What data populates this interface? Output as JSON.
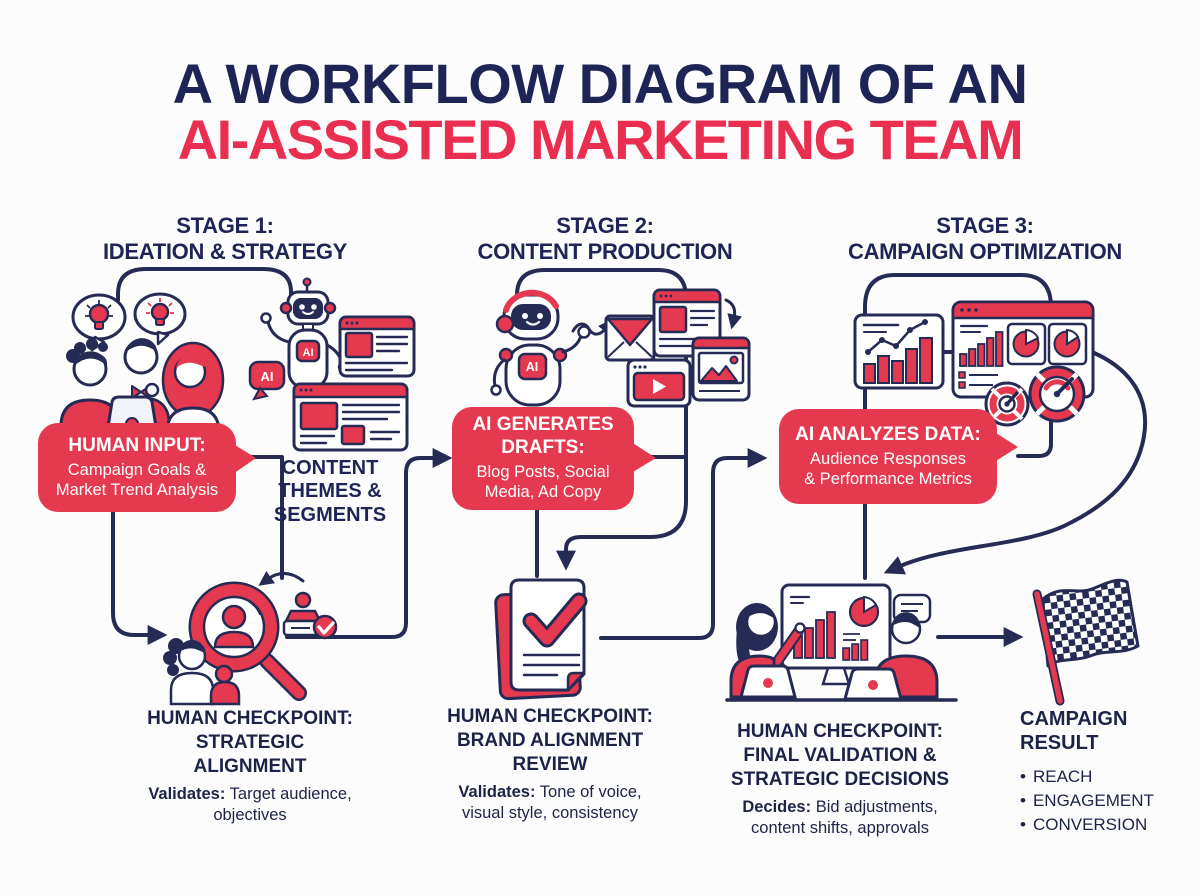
{
  "title": {
    "line1": "A WORKFLOW DIAGRAM OF AN",
    "line2": "AI-ASSISTED MARKETING TEAM"
  },
  "colors": {
    "navy": "#262b56",
    "red": "#e4394f",
    "title_navy": "#1e2456",
    "title_red": "#ea2e4f",
    "white": "#ffffff"
  },
  "ai_badge": "AI",
  "stages": [
    {
      "header": [
        "STAGE 1:",
        "IDEATION & STRATEGY"
      ],
      "bubble": {
        "title_lines": [
          "HUMAN INPUT:"
        ],
        "body_lines": [
          "Campaign Goals &",
          "Market Trend Analysis"
        ]
      },
      "content_label_lines": [
        "CONTENT",
        "THEMES &",
        "SEGMENTS"
      ]
    },
    {
      "header": [
        "STAGE 2:",
        "CONTENT PRODUCTION"
      ],
      "bubble": {
        "title_lines": [
          "AI GENERATES",
          "DRAFTS:"
        ],
        "body_lines": [
          "Blog Posts, Social",
          "Media, Ad Copy"
        ]
      }
    },
    {
      "header": [
        "STAGE 3:",
        "CAMPAIGN OPTIMIZATION"
      ],
      "bubble": {
        "title_lines": [
          "AI ANALYZES DATA:"
        ],
        "body_lines": [
          "Audience Responses",
          "& Performance Metrics"
        ]
      }
    }
  ],
  "checkpoints": [
    {
      "title_lines": [
        "HUMAN CHECKPOINT:",
        "STRATEGIC",
        "ALIGNMENT"
      ],
      "detail_label": "Validates:",
      "detail_lines": [
        "Target audience,",
        "objectives"
      ]
    },
    {
      "title_lines": [
        "HUMAN CHECKPOINT:",
        "BRAND ALIGNMENT",
        "REVIEW"
      ],
      "detail_label": "Validates:",
      "detail_lines": [
        "Tone of voice,",
        "visual style, consistency"
      ]
    },
    {
      "title_lines": [
        "HUMAN CHECKPOINT:",
        "FINAL VALIDATION &",
        "STRATEGIC DECISIONS"
      ],
      "detail_label": "Decides:",
      "detail_lines": [
        "Bid adjustments,",
        "content shifts, approvals"
      ]
    }
  ],
  "result": {
    "title_lines": [
      "CAMPAIGN",
      "RESULT"
    ],
    "bullet": "•",
    "bullets": [
      "REACH",
      "ENGAGEMENT",
      "CONVERSION"
    ]
  }
}
